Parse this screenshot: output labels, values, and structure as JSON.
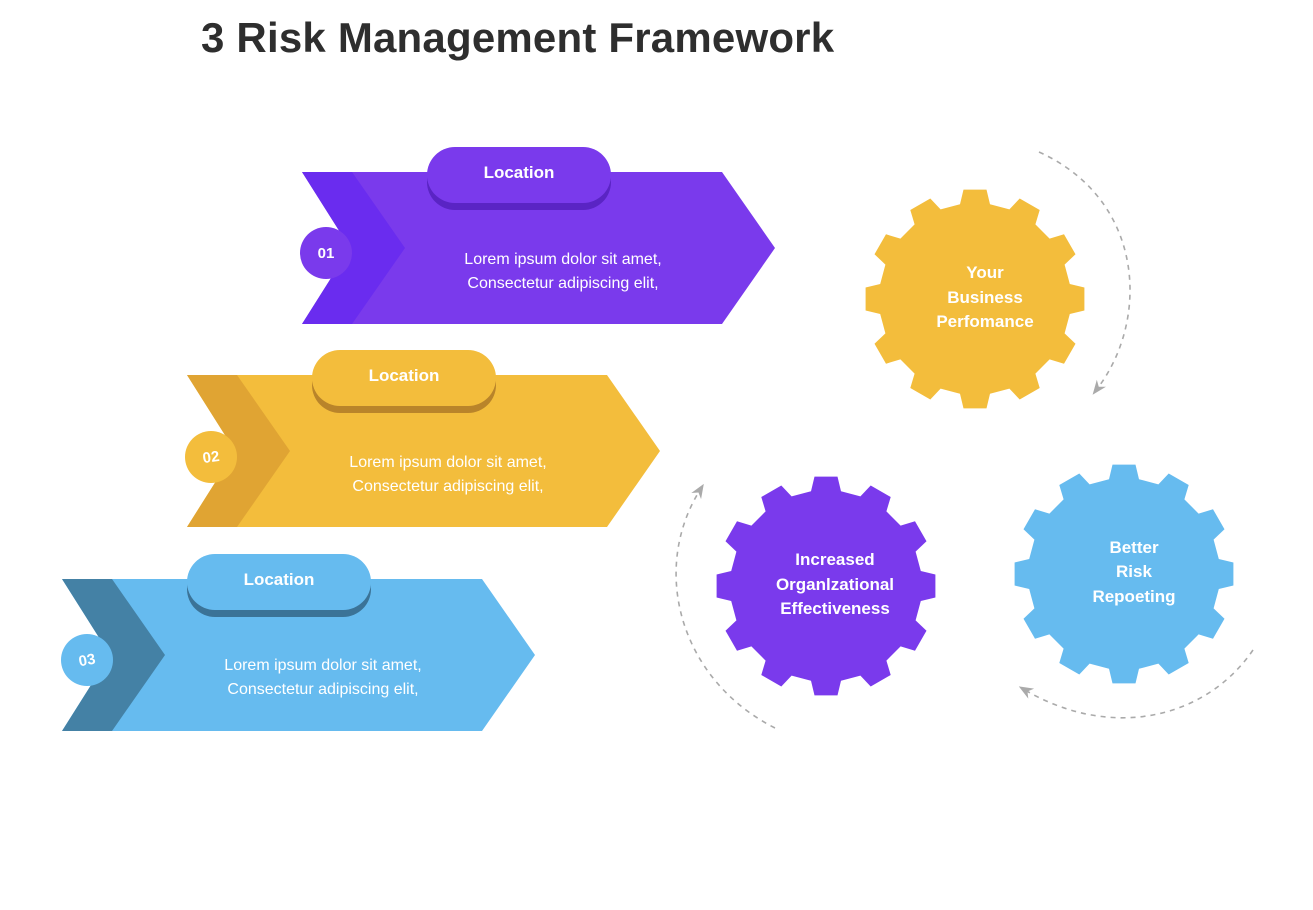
{
  "title": "3 Risk Management Framework",
  "colors": {
    "purple": "#7a3aec",
    "purple_dark": "#6a2cef",
    "purple_shadow": "#5a24c4",
    "yellow": "#f3bd3c",
    "yellow_dark": "#e0a433",
    "yellow_shadow": "#b9842a",
    "blue": "#66bbef",
    "blue_dark": "#4481a5",
    "blue_shadow": "#3b7397",
    "dashed": "#aaaaaa",
    "title_text": "#2e2e2e"
  },
  "steps": [
    {
      "number": "01",
      "label": "Location",
      "desc_line1": "Lorem ipsum dolor sit amet,",
      "desc_line2": "Consectetur adipiscing elit,"
    },
    {
      "number": "02",
      "label": "Location",
      "desc_line1": "Lorem ipsum dolor sit amet,",
      "desc_line2": "Consectetur adipiscing elit,"
    },
    {
      "number": "03",
      "label": "Location",
      "desc_line1": "Lorem ipsum dolor sit amet,",
      "desc_line2": "Consectetur adipiscing elit,"
    }
  ],
  "gears": [
    {
      "lines": [
        "Your",
        "Business",
        "Perfomance"
      ]
    },
    {
      "lines": [
        "Increased",
        "Organlzational",
        "Effectiveness"
      ]
    },
    {
      "lines": [
        "Better",
        "Risk",
        "Repoeting"
      ]
    }
  ]
}
